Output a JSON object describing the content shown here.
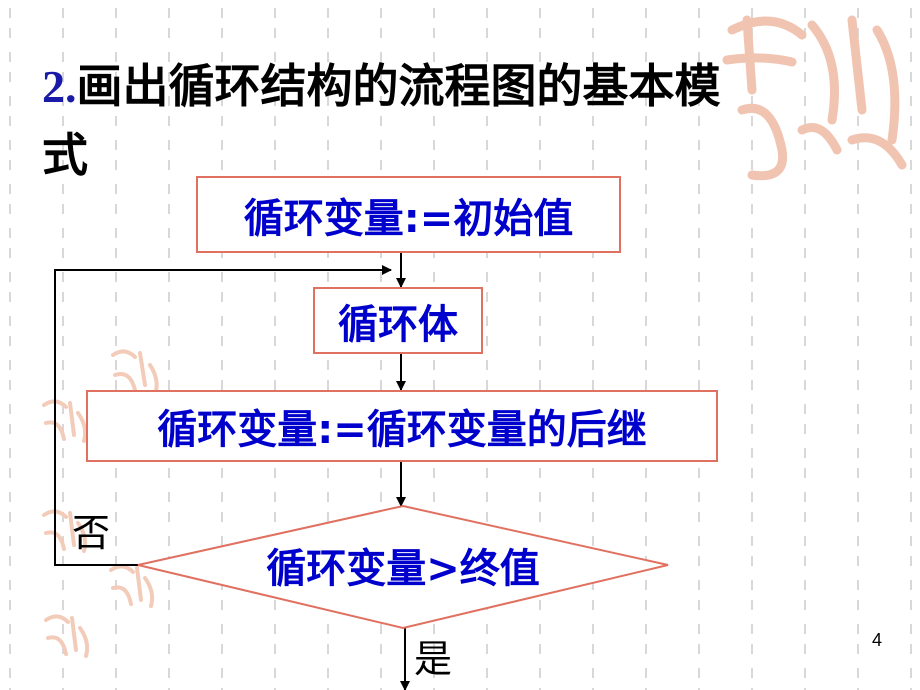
{
  "slide": {
    "title_number": "2.",
    "title_text": "画出循环结构的流程图的基本模式",
    "page_number": "4"
  },
  "flowchart": {
    "init_box": "循环变量:=初始值",
    "body_box": "循环体",
    "update_box": "循环变量:=循环变量的后继",
    "condition": "循环变量>终值",
    "no_label": "否",
    "yes_label": "是"
  },
  "colors": {
    "box_text": "#0000cc",
    "box_border": "#e07060",
    "seal": "#f2c9b8"
  }
}
